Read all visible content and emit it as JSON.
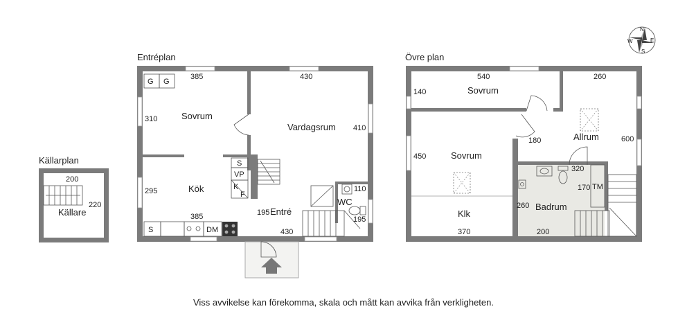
{
  "plans": {
    "kallarplan": {
      "title": "Källarplan",
      "rooms": {
        "kallare": "Källare"
      },
      "dims": {
        "d200": "200",
        "d220": "220"
      }
    },
    "entreplan": {
      "title": "Entréplan",
      "rooms": {
        "sovrum": "Sovrum",
        "vardagsrum": "Vardagsrum",
        "kok": "Kök",
        "entre": "Entré",
        "wc": "WC"
      },
      "dims": {
        "d385_top": "385",
        "d430_top": "430",
        "d310": "310",
        "d410": "410",
        "d295": "295",
        "d385_mid": "385",
        "d195_a": "195",
        "d110": "110",
        "d195_b": "195",
        "d430_bottom": "430"
      },
      "fixtures": {
        "g1": "G",
        "g2": "G",
        "s_top": "S",
        "vp": "VP",
        "k": "K",
        "f": "F",
        "s_bottom": "S",
        "dm": "DM"
      }
    },
    "ovreplan": {
      "title": "Övre plan",
      "rooms": {
        "sovrum_top": "Sovrum",
        "sovrum_mid": "Sovrum",
        "allrum": "Allrum",
        "klk": "Klk",
        "badrum": "Badrum"
      },
      "dims": {
        "d540": "540",
        "d260_top": "260",
        "d140": "140",
        "d180": "180",
        "d600": "600",
        "d450": "450",
        "d320": "320",
        "d170": "170",
        "d260_left": "260",
        "d370": "370",
        "d200": "200"
      },
      "fixtures": {
        "tm": "TM"
      }
    }
  },
  "compass": {
    "n": "N",
    "e": "E",
    "s": "S",
    "w": "W"
  },
  "disclaimer": "Viss avvikelse kan förekomma, skala och mått kan avvika från verkligheten.",
  "colors": {
    "wall": "#7b7b7b",
    "bathroom_floor": "#e9e9e4",
    "window": "#ffffff"
  }
}
